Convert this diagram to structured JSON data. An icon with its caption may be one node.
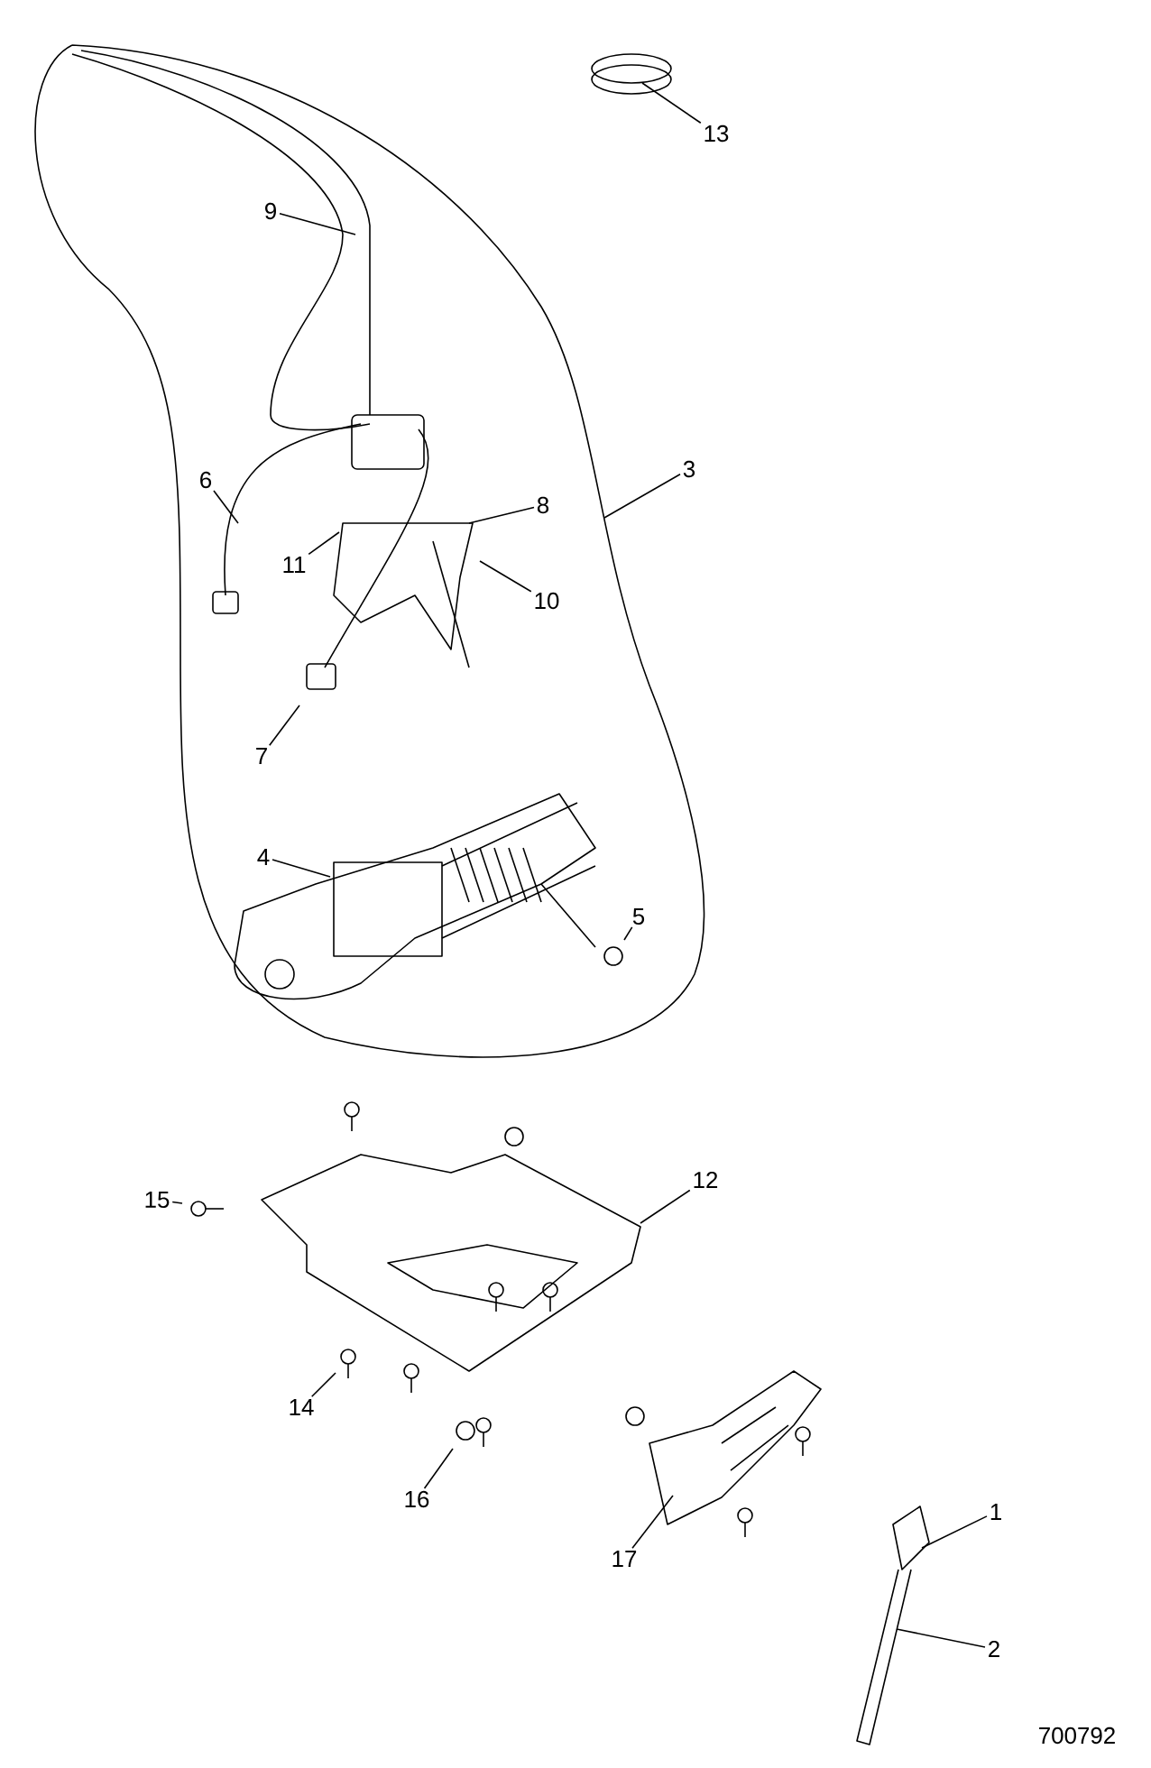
{
  "diagram": {
    "nodes": [
      {
        "text": [
          "13"
        ]
      },
      {
        "text": [
          "9"
        ]
      },
      {
        "text": [
          "3"
        ]
      },
      {
        "text": [
          "6"
        ]
      },
      {
        "text": [
          "8"
        ]
      },
      {
        "text": [
          "11"
        ]
      },
      {
        "text": [
          "10"
        ]
      },
      {
        "text": [
          "7"
        ]
      },
      {
        "text": [
          "4"
        ]
      },
      {
        "text": [
          "5"
        ]
      },
      {
        "text": [
          "12"
        ]
      },
      {
        "text": [
          "15"
        ]
      },
      {
        "text": [
          "14"
        ]
      },
      {
        "text": [
          "16"
        ]
      },
      {
        "text": [
          "17"
        ]
      },
      {
        "text": [
          "1"
        ]
      },
      {
        "text": [
          "2"
        ]
      }
    ],
    "edges": [
      {
        "from": 0,
        "to": null,
        "arrow": "none"
      },
      {
        "from": 1,
        "to": null,
        "arrow": "none"
      },
      {
        "from": 2,
        "to": null,
        "arrow": "none"
      },
      {
        "from": 3,
        "to": null,
        "arrow": "none"
      },
      {
        "from": 4,
        "to": null,
        "arrow": "none"
      },
      {
        "from": 5,
        "to": null,
        "arrow": "none"
      },
      {
        "from": 6,
        "to": null,
        "arrow": "none"
      },
      {
        "from": 7,
        "to": null,
        "arrow": "none"
      },
      {
        "from": 8,
        "to": null,
        "arrow": "none"
      },
      {
        "from": 9,
        "to": null,
        "arrow": "none"
      },
      {
        "from": 10,
        "to": null,
        "arrow": "none"
      },
      {
        "from": 11,
        "to": null,
        "arrow": "none"
      },
      {
        "from": 12,
        "to": null,
        "arrow": "none"
      },
      {
        "from": 13,
        "to": null,
        "arrow": "none"
      },
      {
        "from": 14,
        "to": null,
        "arrow": "none"
      },
      {
        "from": 15,
        "to": null,
        "arrow": "none"
      },
      {
        "from": 16,
        "to": null,
        "arrow": "none"
      }
    ],
    "labels": [
      "700792"
    ]
  }
}
